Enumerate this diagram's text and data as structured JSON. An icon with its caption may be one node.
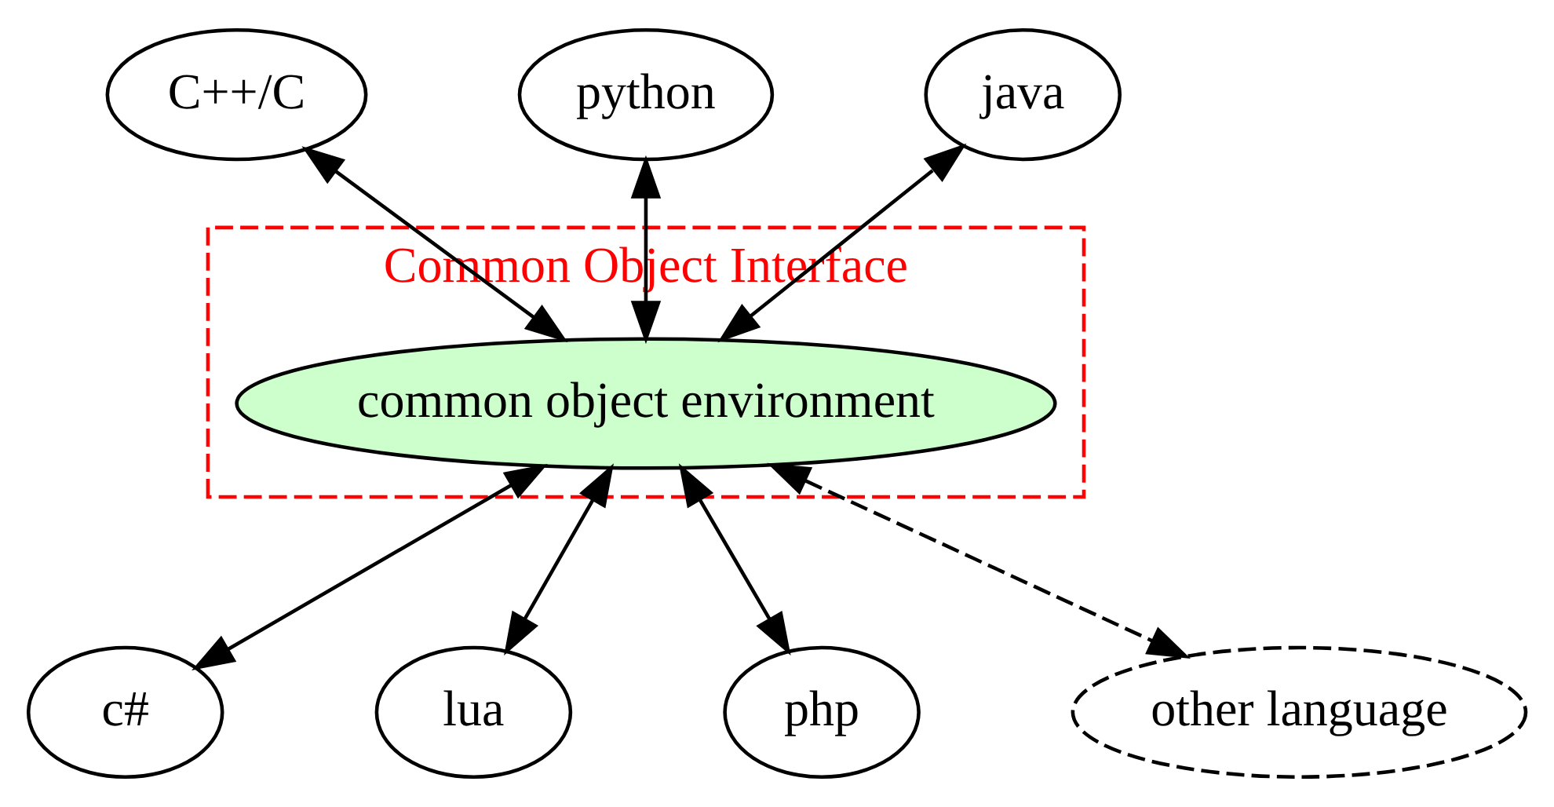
{
  "diagram": {
    "nodes": [
      {
        "text": [
          "Common Object Interface"
        ]
      },
      {
        "text": [
          "common object environment"
        ],
        "in": 0
      },
      {
        "text": [
          "C++/C"
        ]
      },
      {
        "text": [
          "python"
        ]
      },
      {
        "text": [
          "java"
        ]
      },
      {
        "text": [
          "c#"
        ]
      },
      {
        "text": [
          "lua"
        ]
      },
      {
        "text": [
          "php"
        ]
      },
      {
        "text": [
          "other language"
        ]
      }
    ],
    "edges": [
      {
        "from": 2,
        "to": 1,
        "arrow": "both"
      },
      {
        "from": 3,
        "to": 1,
        "arrow": "both"
      },
      {
        "from": 4,
        "to": 1,
        "arrow": "both"
      },
      {
        "from": 1,
        "to": 5,
        "arrow": "both"
      },
      {
        "from": 1,
        "to": 6,
        "arrow": "both"
      },
      {
        "from": 1,
        "to": 7,
        "arrow": "both"
      },
      {
        "from": 1,
        "to": 8,
        "arrow": "both",
        "style": "dashed"
      }
    ]
  }
}
